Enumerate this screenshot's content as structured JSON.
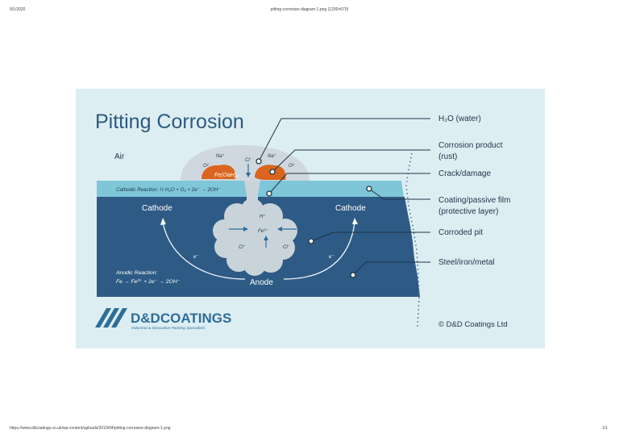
{
  "print_header": {
    "date": "9/1/2020",
    "title": "pitting-corrosion-diagram-1.png (1200×670)"
  },
  "print_footer": {
    "url": "https://www.ddcoatings.co.uk/wp-content/uploads/2019/04/pitting-corrosion-diagram-1.png",
    "page": "1/1"
  },
  "diagram": {
    "title": "Pitting Corrosion",
    "air_label": "Air",
    "ions": {
      "na_left": "Na⁺",
      "na_right": "Na⁺",
      "o2_left": "O²",
      "o2_right": "O²",
      "cl_top": "Cl⁻",
      "h_plus": "H⁺",
      "fe_2plus": "Fe²⁺",
      "cl_pit_left": "Cl⁻",
      "cl_pit_right": "Cl⁻",
      "e_left": "e⁻",
      "e_right": "e⁻"
    },
    "rust_formula": "Fe(OaH)₂",
    "cathodic_reaction": "Cathodic Reaction: ½ H₂O + O₂ + 2e⁻ → 2OH⁻",
    "cathode_left": "Cathode",
    "cathode_right": "Cathode",
    "anode": "Anode",
    "anodic_reaction_title": "Anodic Reaction:",
    "anodic_reaction_formula": "Fe → Fe²⁺ + 2e⁻ → 2OH⁻",
    "callouts": {
      "water": "H₂O (water)",
      "corrosion_product_1": "Corrosion product",
      "corrosion_product_2": "(rust)",
      "crack": "Crack/damage",
      "coating_1": "Coating/passive film",
      "coating_2": "(protective layer)",
      "pit": "Corroded pit",
      "steel": "Steel/iron/metal"
    },
    "logo_name": "D&DCOATINGS",
    "logo_tagline": "Industrial & Decorative Painting Specialists",
    "copyright": "© D&D Coatings Ltd"
  },
  "colors": {
    "panel_bg": "#ddeef3",
    "metal": "#2e5b85",
    "coating": "#7ec6d8",
    "droplet": "#cfd8de",
    "pit": "#c9d4da",
    "rust": "#d9651e",
    "title": "#2d5a7e",
    "logo": "#2e6d99"
  }
}
